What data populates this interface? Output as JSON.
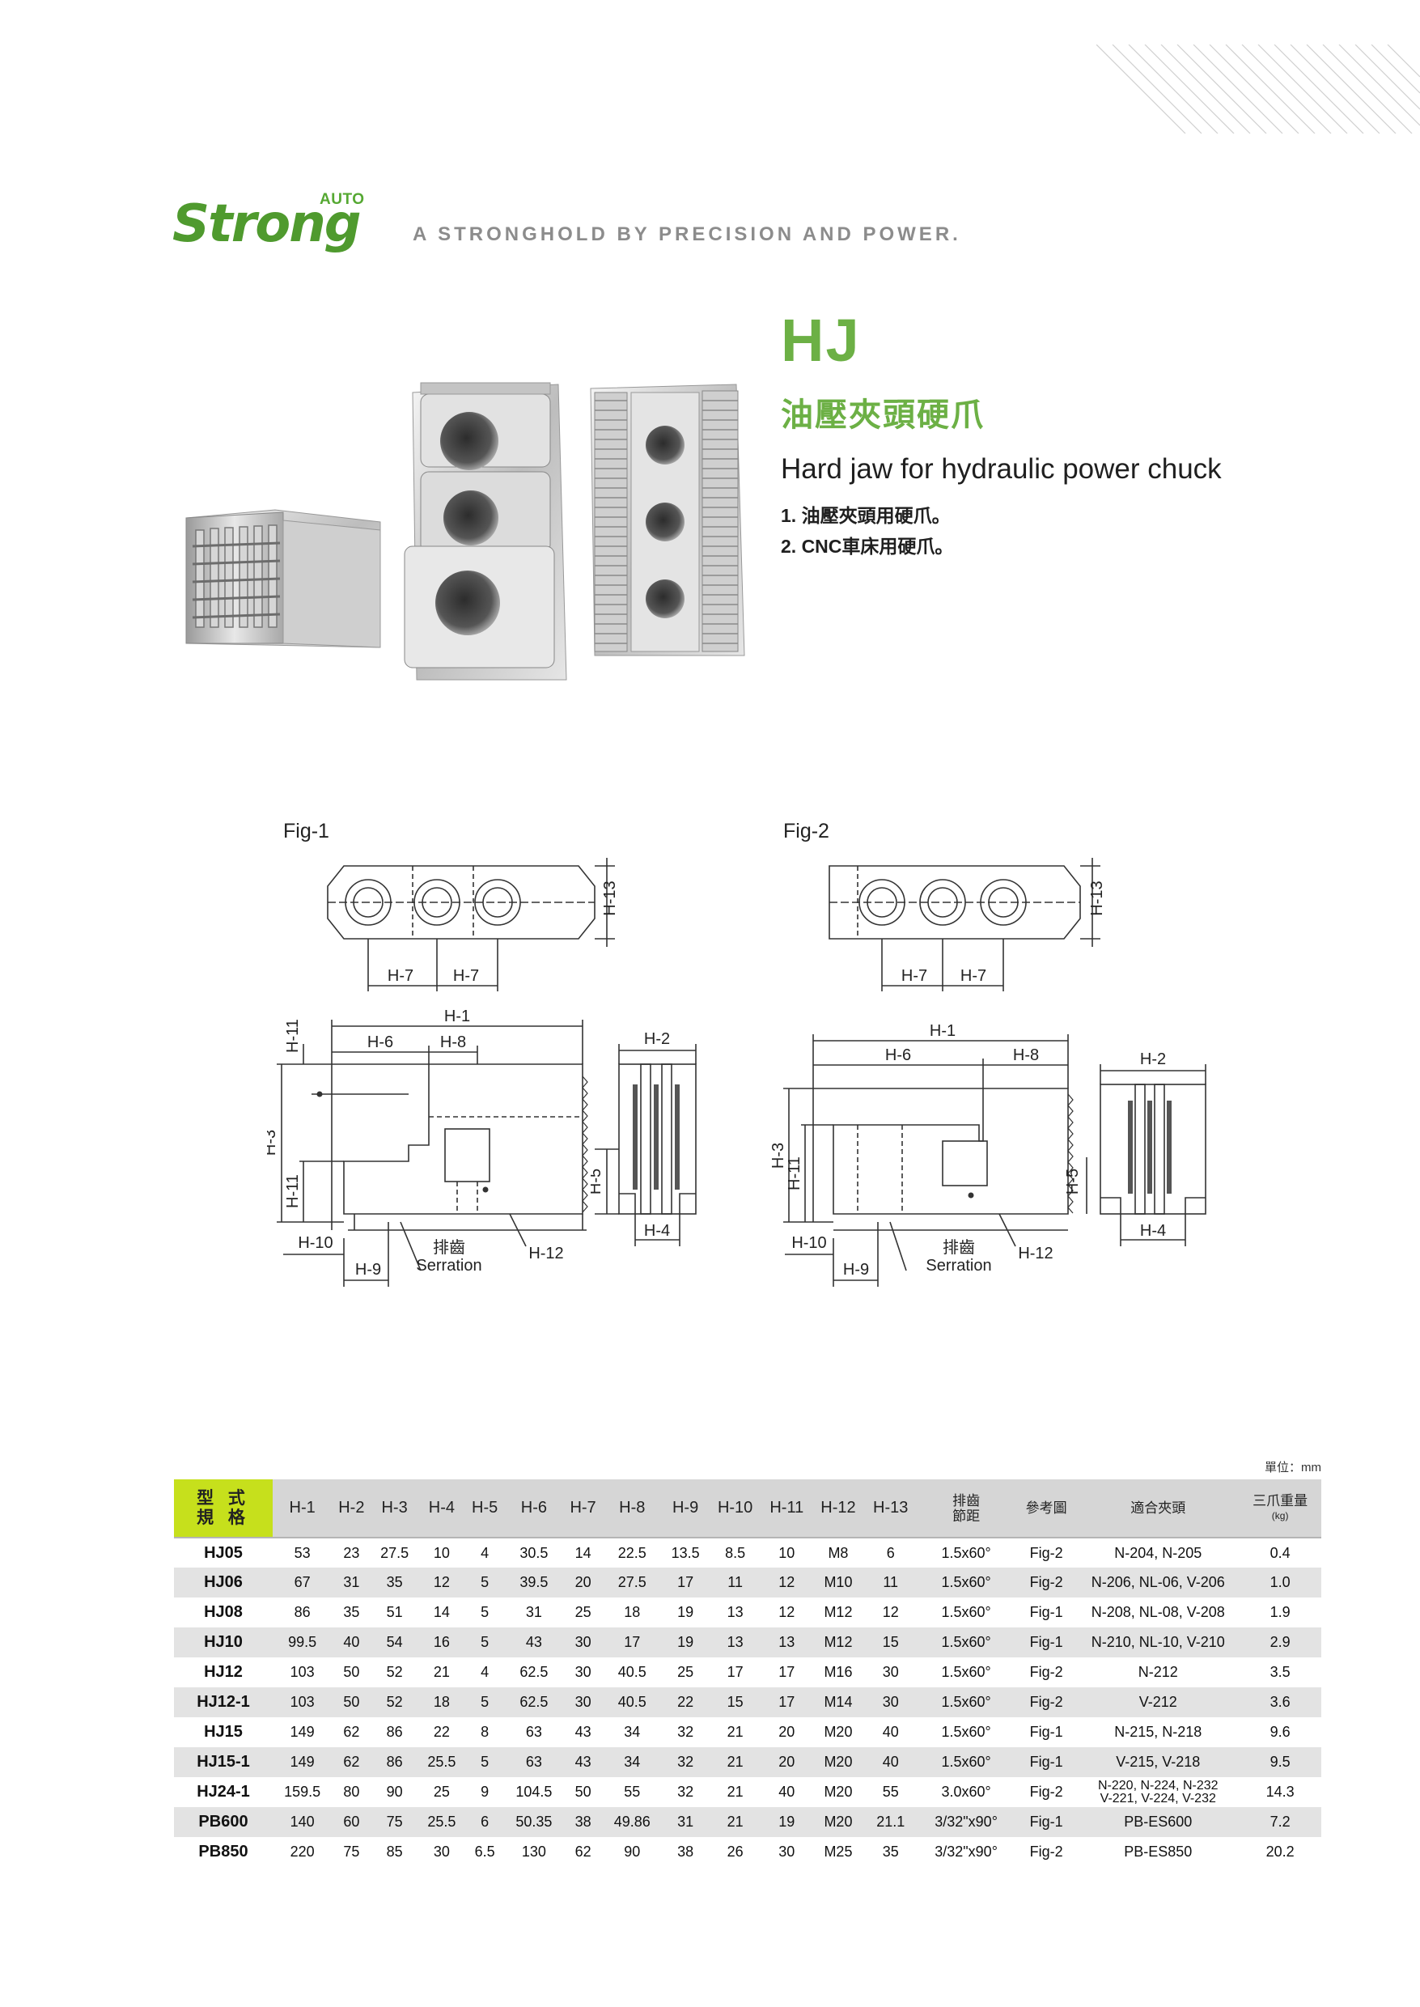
{
  "brand": {
    "name": "Strong",
    "super": "AUTO",
    "tagline": "A STRONGHOLD BY PRECISION AND POWER."
  },
  "product": {
    "code": "HJ",
    "title_cn": "油壓夾頭硬爪",
    "title_en": "Hard jaw for hydraulic power chuck",
    "features": [
      "1. 油壓夾頭用硬爪。",
      "2. CNC車床用硬爪。"
    ]
  },
  "figures": {
    "fig1": {
      "label": "Fig-1",
      "dims": {
        "h1": "H-1",
        "h2": "H-2",
        "h3": "H-3",
        "h4": "H-4",
        "h5": "H-5",
        "h6": "H-6",
        "h7": "H-7",
        "h8": "H-8",
        "h9": "H-9",
        "h10": "H-10",
        "h11": "H-11",
        "h12": "H-12",
        "h13": "H-13"
      },
      "serration_cn": "排齒",
      "serration_en": "Serration"
    },
    "fig2": {
      "label": "Fig-2",
      "dims": {
        "h1": "H-1",
        "h2": "H-2",
        "h3": "H-3",
        "h4": "H-4",
        "h5": "H-5",
        "h6": "H-6",
        "h7": "H-7",
        "h8": "H-8",
        "h9": "H-9",
        "h10": "H-10",
        "h11": "H-11",
        "h12": "H-12",
        "h13": "H-13"
      },
      "serration_cn": "排齒",
      "serration_en": "Serration"
    }
  },
  "table": {
    "unit": "單位：mm",
    "header": {
      "model_l1": "型 式",
      "model_l2": "規 格",
      "h": [
        "H-1",
        "H-2",
        "H-3",
        "H-4",
        "H-5",
        "H-6",
        "H-7",
        "H-8",
        "H-9",
        "H-10",
        "H-11",
        "H-12",
        "H-13"
      ],
      "pitch_l1": "排齒",
      "pitch_l2": "節距",
      "ref": "參考圖",
      "chuck": "適合夾頭",
      "weight": "三爪重量",
      "weight_unit": "(kg)"
    },
    "rows": [
      [
        "HJ05",
        "53",
        "23",
        "27.5",
        "10",
        "4",
        "30.5",
        "14",
        "22.5",
        "13.5",
        "8.5",
        "10",
        "M8",
        "6",
        "1.5x60°",
        "Fig-2",
        "N-204, N-205",
        "0.4"
      ],
      [
        "HJ06",
        "67",
        "31",
        "35",
        "12",
        "5",
        "39.5",
        "20",
        "27.5",
        "17",
        "11",
        "12",
        "M10",
        "11",
        "1.5x60°",
        "Fig-2",
        "N-206, NL-06, V-206",
        "1.0"
      ],
      [
        "HJ08",
        "86",
        "35",
        "51",
        "14",
        "5",
        "31",
        "25",
        "18",
        "19",
        "13",
        "12",
        "M12",
        "12",
        "1.5x60°",
        "Fig-1",
        "N-208, NL-08, V-208",
        "1.9"
      ],
      [
        "HJ10",
        "99.5",
        "40",
        "54",
        "16",
        "5",
        "43",
        "30",
        "17",
        "19",
        "13",
        "13",
        "M12",
        "15",
        "1.5x60°",
        "Fig-1",
        "N-210, NL-10, V-210",
        "2.9"
      ],
      [
        "HJ12",
        "103",
        "50",
        "52",
        "21",
        "4",
        "62.5",
        "30",
        "40.5",
        "25",
        "17",
        "17",
        "M16",
        "30",
        "1.5x60°",
        "Fig-2",
        "N-212",
        "3.5"
      ],
      [
        "HJ12-1",
        "103",
        "50",
        "52",
        "18",
        "5",
        "62.5",
        "30",
        "40.5",
        "22",
        "15",
        "17",
        "M14",
        "30",
        "1.5x60°",
        "Fig-2",
        "V-212",
        "3.6"
      ],
      [
        "HJ15",
        "149",
        "62",
        "86",
        "22",
        "8",
        "63",
        "43",
        "34",
        "32",
        "21",
        "20",
        "M20",
        "40",
        "1.5x60°",
        "Fig-1",
        "N-215, N-218",
        "9.6"
      ],
      [
        "HJ15-1",
        "149",
        "62",
        "86",
        "25.5",
        "5",
        "63",
        "43",
        "34",
        "32",
        "21",
        "20",
        "M20",
        "40",
        "1.5x60°",
        "Fig-1",
        "V-215, V-218",
        "9.5"
      ],
      [
        "HJ24-1",
        "159.5",
        "80",
        "90",
        "25",
        "9",
        "104.5",
        "50",
        "55",
        "32",
        "21",
        "40",
        "M20",
        "55",
        "3.0x60°",
        "Fig-2",
        "N-220, N-224, N-232 / V-221, V-224, V-232",
        "14.3"
      ],
      [
        "PB600",
        "140",
        "60",
        "75",
        "25.5",
        "6",
        "50.35",
        "38",
        "49.86",
        "31",
        "21",
        "19",
        "M20",
        "21.1",
        "3/32\"x90°",
        "Fig-1",
        "PB-ES600",
        "7.2"
      ],
      [
        "PB850",
        "220",
        "75",
        "85",
        "30",
        "6.5",
        "130",
        "62",
        "90",
        "38",
        "26",
        "30",
        "M25",
        "35",
        "3/32\"x90°",
        "Fig-2",
        "PB-ES850",
        "20.2"
      ]
    ]
  }
}
